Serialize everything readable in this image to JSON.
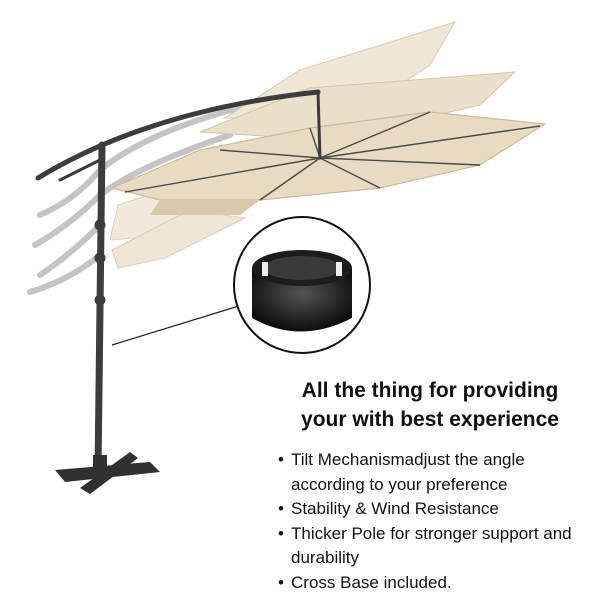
{
  "colors": {
    "canopy": "#e9dcc4",
    "canopy_shadow": "#c9b99c",
    "canopy_faded": "#f3ebdd",
    "frame": "#3a3b3f",
    "frame_faded": "#b9b9bb",
    "background": "#ffffff",
    "text": "#111111"
  },
  "icons": {
    "umbrella": "cantilever-umbrella-icon",
    "pole_sleeve": "pole-sleeve-icon",
    "bullet": "bullet-icon"
  },
  "headline": {
    "line1": "All the thing for providing",
    "line2": "your with best experience"
  },
  "features": [
    {
      "text": "Tilt Mechanismadjust the angle according to your preference"
    },
    {
      "text": "Stability & Wind Resistance"
    },
    {
      "text": "Thicker Pole for stronger support and durability"
    },
    {
      "text": "Cross Base included."
    }
  ]
}
